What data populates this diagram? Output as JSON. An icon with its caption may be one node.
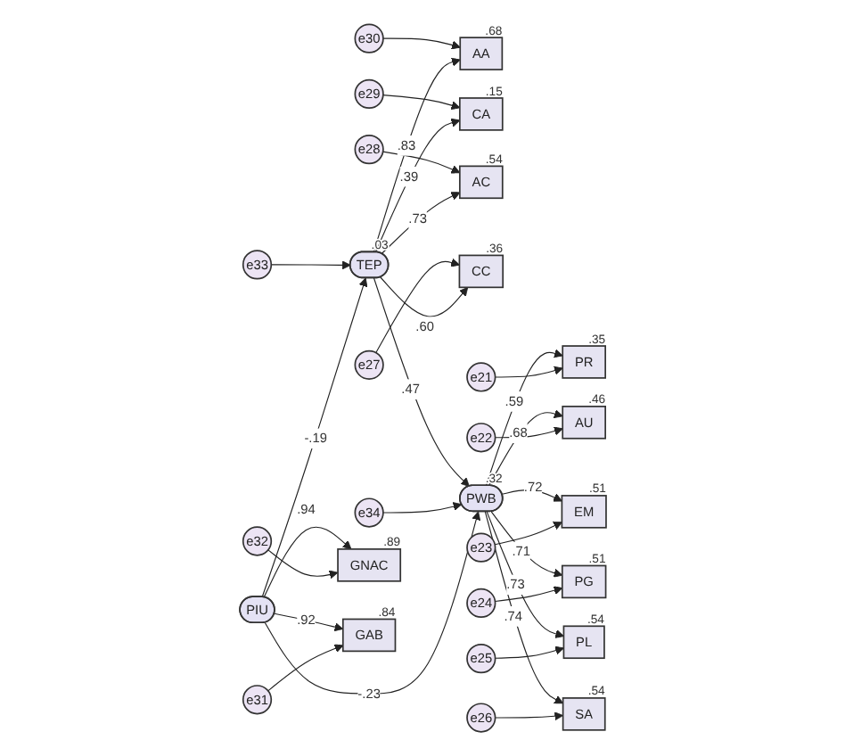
{
  "diagram": {
    "nodes": [
      {
        "text": [
          "e30"
        ]
      },
      {
        "text": [
          "AA"
        ],
        "beside": [
          ".68"
        ]
      },
      {
        "text": [
          "e29"
        ]
      },
      {
        "text": [
          "CA"
        ],
        "beside": [
          ".15"
        ]
      },
      {
        "text": [
          "e28"
        ]
      },
      {
        "text": [
          "AC"
        ],
        "beside": [
          ".54"
        ]
      },
      {
        "text": [
          "e27"
        ]
      },
      {
        "text": [
          "CC"
        ],
        "beside": [
          ".36"
        ]
      },
      {
        "text": [
          "e33"
        ]
      },
      {
        "text": [
          "TEP"
        ],
        "beside": [
          ".03"
        ]
      },
      {
        "text": [
          "e34"
        ]
      },
      {
        "text": [
          "PWB"
        ],
        "beside": [
          ".32"
        ]
      },
      {
        "text": [
          "PR"
        ],
        "beside": [
          ".35"
        ]
      },
      {
        "text": [
          "e21"
        ]
      },
      {
        "text": [
          "AU"
        ],
        "beside": [
          ".46"
        ]
      },
      {
        "text": [
          "e22"
        ]
      },
      {
        "text": [
          "EM"
        ],
        "beside": [
          ".51"
        ]
      },
      {
        "text": [
          "e23"
        ]
      },
      {
        "text": [
          "PG"
        ],
        "beside": [
          ".51"
        ]
      },
      {
        "text": [
          "e24"
        ]
      },
      {
        "text": [
          "PL"
        ],
        "beside": [
          ".54"
        ]
      },
      {
        "text": [
          "e25"
        ]
      },
      {
        "text": [
          "SA"
        ],
        "beside": [
          ".54"
        ]
      },
      {
        "text": [
          "e26"
        ]
      },
      {
        "text": [
          "PIU"
        ]
      },
      {
        "text": [
          "GNAC"
        ],
        "beside": [
          ".89"
        ]
      },
      {
        "text": [
          "e32"
        ]
      },
      {
        "text": [
          "GAB"
        ],
        "beside": [
          ".84"
        ]
      },
      {
        "text": [
          "e31"
        ]
      }
    ],
    "edges": [
      {
        "from": 0,
        "to": 1,
        "arrow": "to"
      },
      {
        "from": 2,
        "to": 3,
        "arrow": "to"
      },
      {
        "from": 4,
        "to": 5,
        "arrow": "to"
      },
      {
        "from": 6,
        "to": 7,
        "arrow": "to"
      },
      {
        "from": 9,
        "to": 1,
        "arrow": "to",
        "label": ".83"
      },
      {
        "from": 9,
        "to": 3,
        "arrow": "to",
        "label": ".39"
      },
      {
        "from": 9,
        "to": 5,
        "arrow": "to",
        "label": ".73"
      },
      {
        "from": 9,
        "to": 7,
        "arrow": "to",
        "label": ".60"
      },
      {
        "from": 8,
        "to": 9,
        "arrow": "to"
      },
      {
        "from": 9,
        "to": 11,
        "arrow": "to",
        "label": ".47"
      },
      {
        "from": 10,
        "to": 11,
        "arrow": "to"
      },
      {
        "from": 11,
        "to": 12,
        "arrow": "to",
        "label": ".59"
      },
      {
        "from": 11,
        "to": 14,
        "arrow": "to",
        "label": ".68"
      },
      {
        "from": 11,
        "to": 16,
        "arrow": "to",
        "label": ".72"
      },
      {
        "from": 11,
        "to": 18,
        "arrow": "to",
        "label": ".71"
      },
      {
        "from": 11,
        "to": 20,
        "arrow": "to",
        "label": ".73"
      },
      {
        "from": 11,
        "to": 22,
        "arrow": "to",
        "label": ".74"
      },
      {
        "from": 13,
        "to": 12,
        "arrow": "to"
      },
      {
        "from": 15,
        "to": 14,
        "arrow": "to"
      },
      {
        "from": 17,
        "to": 16,
        "arrow": "to"
      },
      {
        "from": 19,
        "to": 18,
        "arrow": "to"
      },
      {
        "from": 21,
        "to": 20,
        "arrow": "to"
      },
      {
        "from": 23,
        "to": 22,
        "arrow": "to"
      },
      {
        "from": 24,
        "to": 9,
        "arrow": "to",
        "label": "-.19"
      },
      {
        "from": 24,
        "to": 11,
        "arrow": "to",
        "label": "-.23"
      },
      {
        "from": 24,
        "to": 25,
        "arrow": "to",
        "label": ".94"
      },
      {
        "from": 24,
        "to": 27,
        "arrow": "to",
        "label": ".92"
      },
      {
        "from": 26,
        "to": 25,
        "arrow": "to"
      },
      {
        "from": 28,
        "to": 27,
        "arrow": "to"
      }
    ]
  }
}
